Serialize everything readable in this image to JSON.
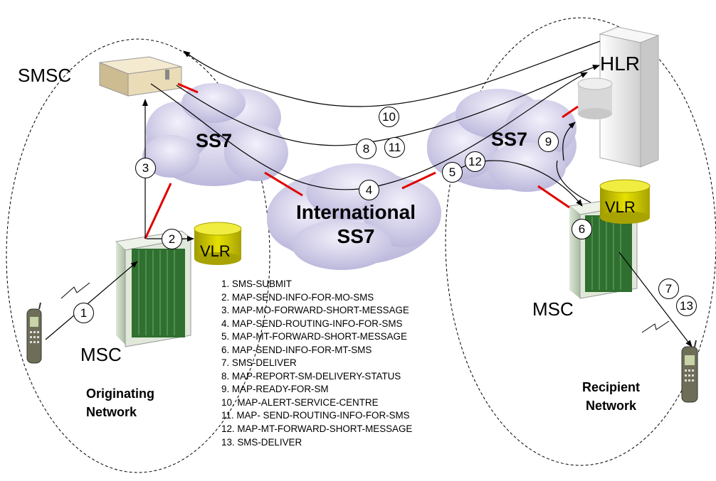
{
  "nodes": {
    "smsc": "SMSC",
    "hlr": "HLR",
    "msc_left": "MSC",
    "msc_right": "MSC",
    "vlr_left": "VLR",
    "vlr_right": "VLR"
  },
  "clouds": {
    "ss7_left": "SS7",
    "ss7_right": "SS7",
    "international_line1": "International",
    "international_line2": "SS7"
  },
  "networks": {
    "originating_line1": "Originating",
    "originating_line2": "Network",
    "recipient_line1": "Recipient",
    "recipient_line2": "Network"
  },
  "step_markers": [
    "1",
    "2",
    "3",
    "4",
    "5",
    "6",
    "7",
    "8",
    "9",
    "10",
    "11",
    "12",
    "13"
  ],
  "legend": [
    "1. SMS-SUBMIT",
    "2. MAP-SEND-INFO-FOR-MO-SMS",
    "3. MAP-MO-FORWARD-SHORT-MESSAGE",
    "4. MAP-SEND-ROUTING-INFO-FOR-SMS",
    "5. MAP-MT-FORWARD-SHORT-MESSAGE",
    "6. MAP-SEND-INFO-FOR-MT-SMS",
    "7. SMS-DELIVER",
    "8. MAP-REPORT-SM-DELIVERY-STATUS",
    "9. MAP-READY-FOR-SM",
    "10. MAP-ALERT-SERVICE-CENTRE",
    "11. MAP- SEND-ROUTING-INFO-FOR-SMS",
    "12. MAP-MT-FORWARD-SHORT-MESSAGE",
    "13. SMS-DELIVER"
  ],
  "colors": {
    "cloud": "#d6d3ea",
    "link": "#e00000",
    "vlr": "#d9d400",
    "msc_panel": "#2f6f2f",
    "smsc_body": "#efe3c4"
  }
}
